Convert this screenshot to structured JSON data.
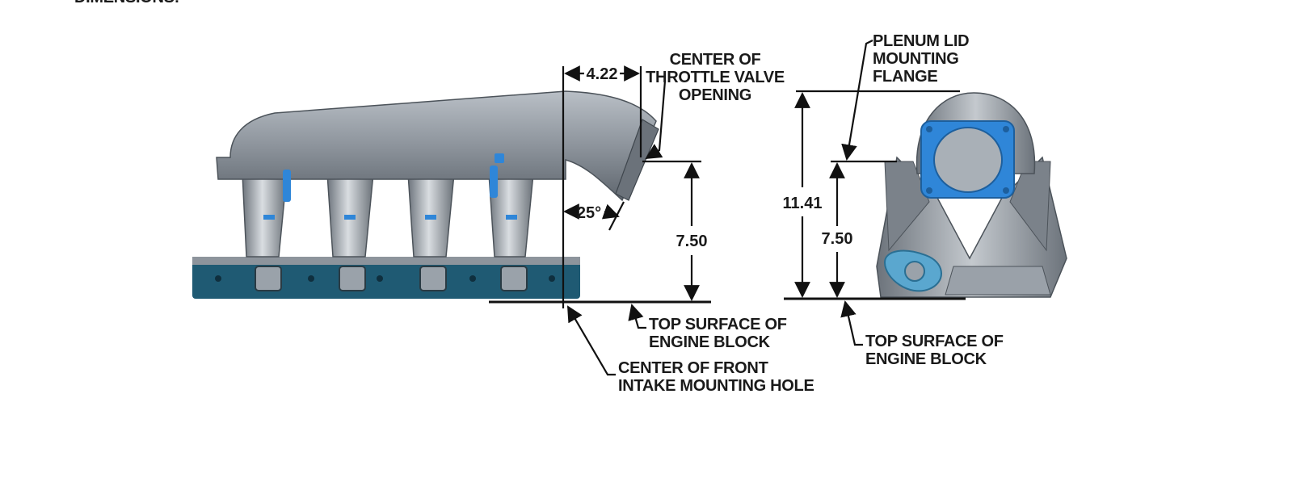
{
  "header": {
    "title_partial": "DIMENSIONS:"
  },
  "side_view": {
    "dim_horizontal": "4.22",
    "dim_vertical": "7.50",
    "angle": "25°",
    "callout_throttle": [
      "CENTER OF",
      "THROTTLE VALVE",
      "OPENING"
    ],
    "callout_block": [
      "TOP SURFACE OF",
      "ENGINE BLOCK"
    ],
    "callout_hole": [
      "CENTER OF FRONT",
      "INTAKE MOUNTING HOLE"
    ]
  },
  "front_view": {
    "dim_overall": "11.41",
    "dim_flange": "7.50",
    "callout_plenum": [
      "PLENUM LID",
      "MOUNTING",
      "FLANGE"
    ],
    "callout_block": [
      "TOP SURFACE OF",
      "ENGINE BLOCK"
    ]
  },
  "colors": {
    "casting": "#8e959e",
    "casting_dark": "#5c636b",
    "flange_blue": "#2f86d8",
    "gasket_teal": "#1f5a73",
    "line": "#111111"
  }
}
